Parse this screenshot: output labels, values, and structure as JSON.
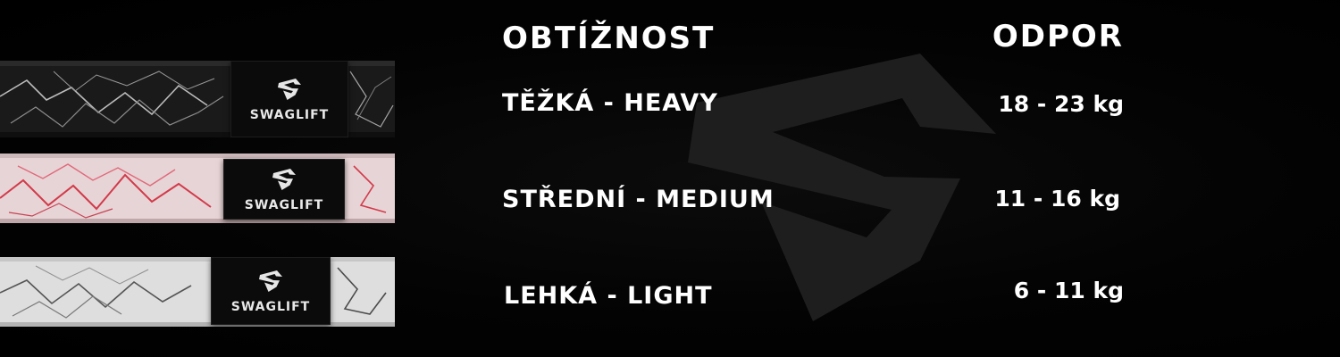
{
  "colors": {
    "background": "#000000",
    "text": "#ffffff",
    "watermark": "#1e1e1e",
    "band_black": "#1a1a1a",
    "band_pink": "#e7d4d6",
    "band_pink_vein": "#d23a4a",
    "band_white": "#dedede",
    "band_white_vein": "#4a4a4a",
    "tag": "#0b0b0b"
  },
  "watermark": {
    "icon": "swaglift-s-logo"
  },
  "table": {
    "header_difficulty": "OBTÍŽNOST",
    "header_resistance": "ODPOR",
    "rows": [
      {
        "level": "TĚŽKÁ - HEAVY",
        "resistance": "18 - 23 kg"
      },
      {
        "level": "STŘEDNÍ - MEDIUM",
        "resistance": "11 - 16 kg"
      },
      {
        "level": "LEHKÁ - LIGHT",
        "resistance": "6 - 11 kg"
      }
    ]
  },
  "bands": [
    {
      "variant": "black-marble",
      "brand": "SWAGLIFT",
      "icon": "swaglift-logo-icon"
    },
    {
      "variant": "pink-marble",
      "brand": "SWAGLIFT",
      "icon": "swaglift-logo-icon"
    },
    {
      "variant": "white-marble",
      "brand": "SWAGLIFT",
      "icon": "swaglift-logo-icon"
    }
  ]
}
